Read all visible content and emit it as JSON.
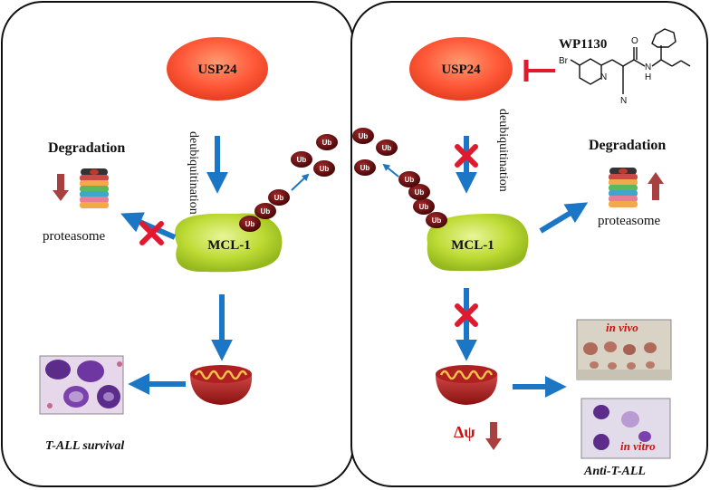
{
  "left_panel": {
    "enzyme": "USP24",
    "process": "deubiquitination",
    "substrate": "MCL-1",
    "degradation_label": "Degradation",
    "proteasome_label": "proteasome",
    "ubiquitin_label": "Ub",
    "outcome_label": "T-ALL survival"
  },
  "right_panel": {
    "inhibitor_name": "WP1130",
    "inhibitor_atoms": {
      "br": "Br",
      "n_ring": "N",
      "n_cyano": "N",
      "o": "O",
      "n_amide": "N",
      "h": "H"
    },
    "enzyme": "USP24",
    "process": "deubiquitination",
    "substrate": "MCL-1",
    "degradation_label": "Degradation",
    "proteasome_label": "proteasome",
    "ubiquitin_label": "Ub",
    "membrane_potential_label": "Δψ",
    "in_vivo_label": "in vivo",
    "in_vitro_label": "in vitro",
    "outcome_label": "Anti-T-ALL"
  },
  "colors": {
    "arrow_blue": "#1b77c5",
    "block_red": "#e01a2e",
    "usp24_orange": "#ff6a3d",
    "mcl1_green": "#b8d832",
    "ubiquitin_maroon": "#6a0d12",
    "down_up_arrow": "#a8403f"
  }
}
